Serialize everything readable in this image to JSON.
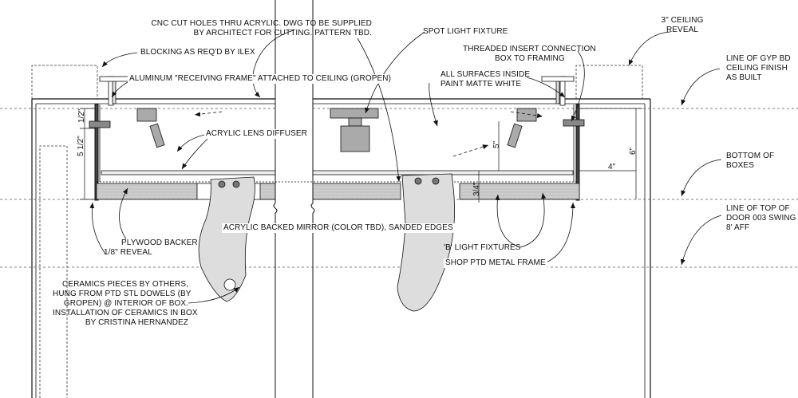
{
  "labels": {
    "cnc_1": "CNC CUT HOLES THRU ACRYLIC. DWG TO BE SUPPLIED",
    "cnc_2": "BY ARCHITECT FOR CUTTING. PATTERN TBD.",
    "spot": "SPOT LIGHT FIXTURE",
    "ceiling_reveal_1": "3\" CEILING",
    "ceiling_reveal_2": "REVEAL",
    "blocking": "BLOCKING AS REQ'D BY ILEX",
    "threaded_1": "THREADED INSERT CONNECTION",
    "threaded_2": "BOX TO FRAMING",
    "gyp_1": "LINE OF GYP BD",
    "gyp_2": "CEILING FINISH",
    "gyp_3": "AS BUILT",
    "aluminum": "ALUMINUM \"RECEIVING FRAME\" ATTACHED TO CEILING (GROPEN)",
    "surfaces_1": "ALL SURFACES INSIDE",
    "surfaces_2": "PAINT MATTE WHITE",
    "acrylic_lens": "ACRYLIC LENS DIFFUSER",
    "bottom_1": "BOTTOM OF",
    "bottom_2": "BOXES",
    "mirror": "ACRYLIC BACKED MIRROR (COLOR TBD), SANDED EDGES",
    "door_1": "LINE OF TOP OF",
    "door_2": "DOOR 003 SWING",
    "door_3": "8' AFF",
    "plywood": "PLYWOOD BACKER",
    "reveal": "1/8\" REVEAL",
    "b_fixtures": "'B' LIGHT FIXTURES",
    "shop_frame": "SHOP PTD METAL FRAME",
    "ceramics_1": "CERAMICS PIECES BY OTHERS,",
    "ceramics_2": "HUNG FROM PTD STL DOWELS (BY",
    "ceramics_3": "GROPEN) @ INTERIOR OF BOX.",
    "ceramics_4": "INSTALLATION OF CERAMICS IN BOX",
    "ceramics_5": "BY CRISTINA HERNANDEZ"
  },
  "dimensions": {
    "half_inch": "1/2\"",
    "five_half": "5 1/2\"",
    "five_in": "5\"",
    "six_in": "6\"",
    "four_in": "4\"",
    "three_quarter": "3/4\""
  }
}
